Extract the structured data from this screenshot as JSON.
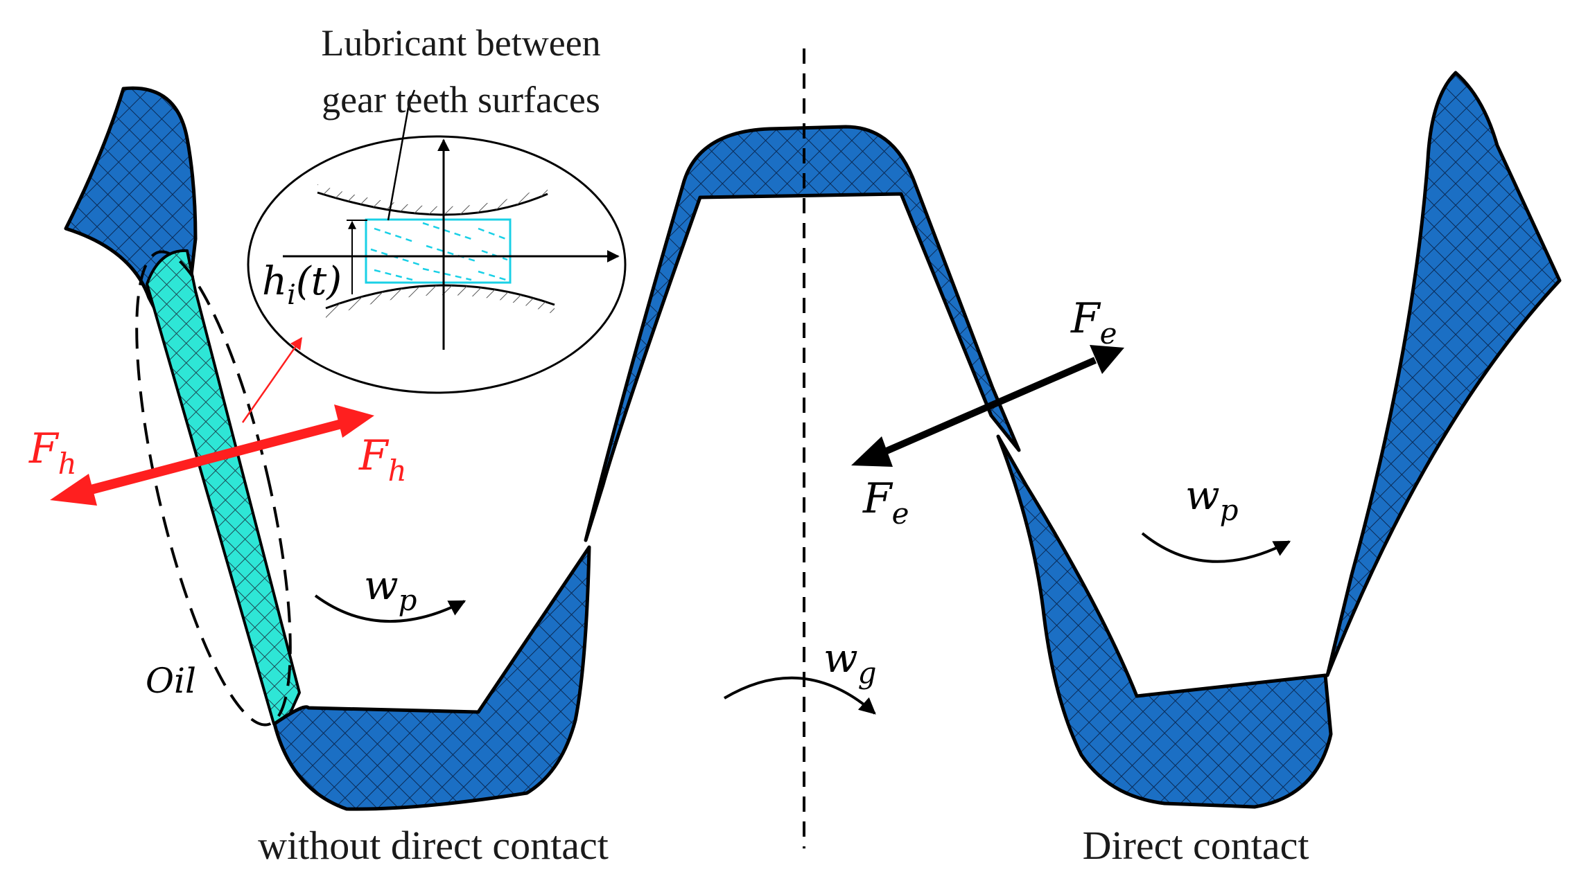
{
  "labels": {
    "inset_title_line1": "Lubricant between",
    "inset_title_line2": "gear teeth surfaces",
    "film_thickness_main": "h",
    "film_thickness_sub": "i",
    "film_thickness_arg": "(t)",
    "hydro_force_main": "F",
    "hydro_force_sub": "h",
    "elastic_force_main": "F",
    "elastic_force_sub": "e",
    "pinion_speed_main": "w",
    "pinion_speed_sub": "p",
    "gear_speed_main": "w",
    "gear_speed_sub": "g",
    "oil_label": "Oil",
    "caption_left": "without direct contact",
    "caption_right": "Direct contact"
  },
  "colors": {
    "tooth_fill": "#1b6fc4",
    "hatch": "#0a2a55",
    "oil_fill": "#2ee6d6",
    "hydro_force": "#ff1f1f",
    "elastic_force": "#000000",
    "lubricant_lines": "#19d0e6"
  }
}
